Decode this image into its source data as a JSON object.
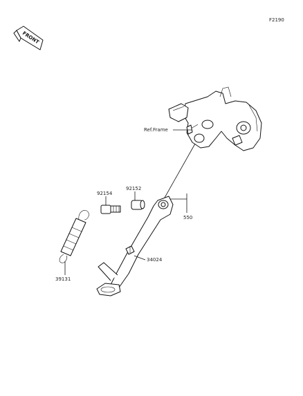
{
  "diagram_code": "F2190",
  "front_badge": {
    "text": "FRONT",
    "icon": "front-direction-arrow-icon"
  },
  "callouts": {
    "ref_frame": "Ref.Frame",
    "part_92154": "92154",
    "part_92152": "92152",
    "part_550": "550",
    "part_34024": "34024",
    "part_39131": "39131"
  },
  "colors": {
    "line": "#111111",
    "background": "#ffffff"
  }
}
